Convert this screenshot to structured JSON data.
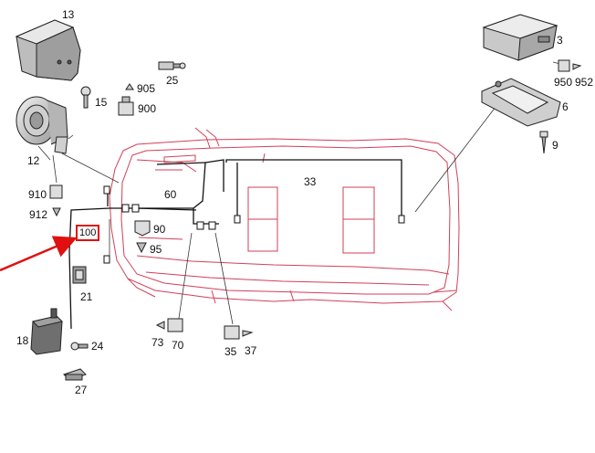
{
  "diagram": {
    "colors": {
      "vehicle_outline": "#c8102e",
      "harness": "#111111",
      "leader": "#333333",
      "highlight": "#e01010",
      "part_fill": "#d9d9d9"
    },
    "callouts": {
      "c13": "13",
      "c3": "3",
      "c905": "905",
      "c25": "25",
      "c950": "950",
      "c952": "952",
      "c15": "15",
      "c900": "900",
      "c6": "6",
      "c9": "9",
      "c12": "12",
      "c60": "60",
      "c33": "33",
      "c910": "910",
      "c912": "912",
      "c90": "90",
      "c100": "100",
      "c95": "95",
      "c21": "21",
      "c18": "18",
      "c24": "24",
      "c73": "73",
      "c70": "70",
      "c35": "35",
      "c37": "37",
      "c27": "27"
    },
    "highlighted_callout": "100",
    "parts": [
      {
        "id": "13",
        "icon": "alarm-cover-icon"
      },
      {
        "id": "3",
        "icon": "control-module-icon"
      },
      {
        "id": "6",
        "icon": "mounting-bracket-icon"
      },
      {
        "id": "12",
        "icon": "siren-horn-icon"
      },
      {
        "id": "18",
        "icon": "tilt-sensor-icon"
      },
      {
        "id": "21",
        "icon": "clip-icon"
      },
      {
        "id": "27",
        "icon": "holder-clip-icon"
      }
    ]
  }
}
